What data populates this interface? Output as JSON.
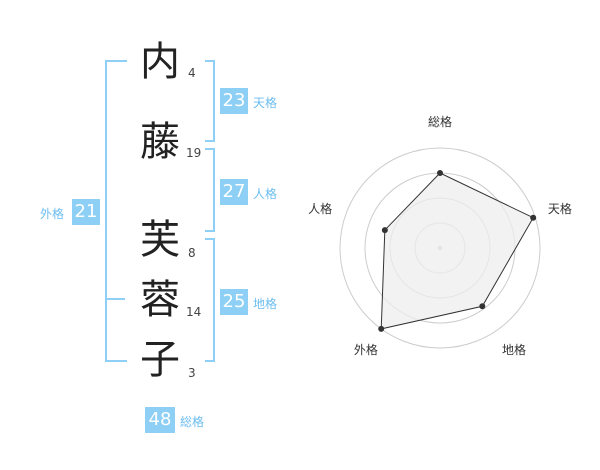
{
  "name": {
    "characters": [
      {
        "char": "内",
        "strokes": "4"
      },
      {
        "char": "藤",
        "strokes": "19"
      },
      {
        "char": "芙",
        "strokes": "8"
      },
      {
        "char": "蓉",
        "strokes": "14"
      },
      {
        "char": "子",
        "strokes": "3"
      }
    ]
  },
  "scores": {
    "tenkaku": {
      "value": "23",
      "label": "天格"
    },
    "jinkaku": {
      "value": "27",
      "label": "人格"
    },
    "chikaku": {
      "value": "25",
      "label": "地格"
    },
    "gaikaku": {
      "value": "21",
      "label": "外格"
    },
    "soukaku": {
      "value": "48",
      "label": "総格"
    }
  },
  "chart_data": {
    "type": "radar",
    "axes": [
      "総格",
      "天格",
      "地格",
      "外格",
      "人格"
    ],
    "values": [
      0.75,
      0.98,
      0.72,
      1.0,
      0.58
    ],
    "rings": 4,
    "colors": {
      "fill": "#eeeeee",
      "line": "#333333",
      "ring": "#cccccc",
      "point": "#333333"
    }
  },
  "colors": {
    "accent": "#8dcff5",
    "label": "#6cbdf0"
  }
}
